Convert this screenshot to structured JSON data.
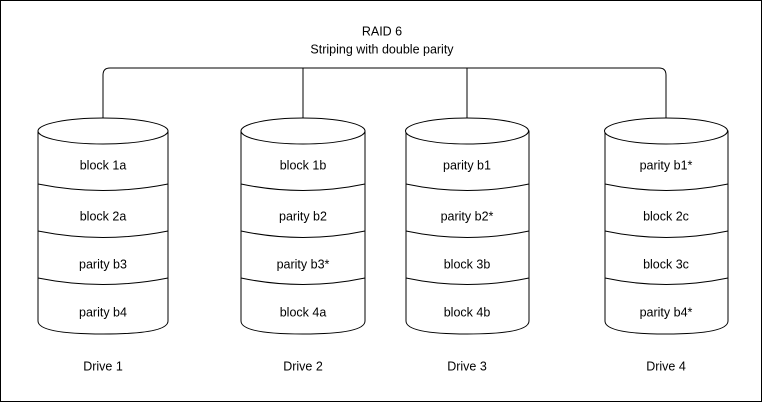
{
  "diagram": {
    "title": "RAID 6",
    "subtitle": "Striping with double parity",
    "background_color": "#ffffff",
    "stroke_color": "#000000",
    "border_color": "#000000",
    "drives": [
      {
        "label": "Drive 1",
        "blocks": [
          "block 1a",
          "block 2a",
          "parity b3",
          "parity b4"
        ]
      },
      {
        "label": "Drive 2",
        "blocks": [
          "block 1b",
          "parity b2",
          "parity b3*",
          "block 4a"
        ]
      },
      {
        "label": "Drive 3",
        "blocks": [
          "parity b1",
          "parity b2*",
          "block 3b",
          "block 4b"
        ]
      },
      {
        "label": "Drive 4",
        "blocks": [
          "parity b1*",
          "block 2c",
          "block 3c",
          "parity b4*"
        ]
      }
    ]
  }
}
